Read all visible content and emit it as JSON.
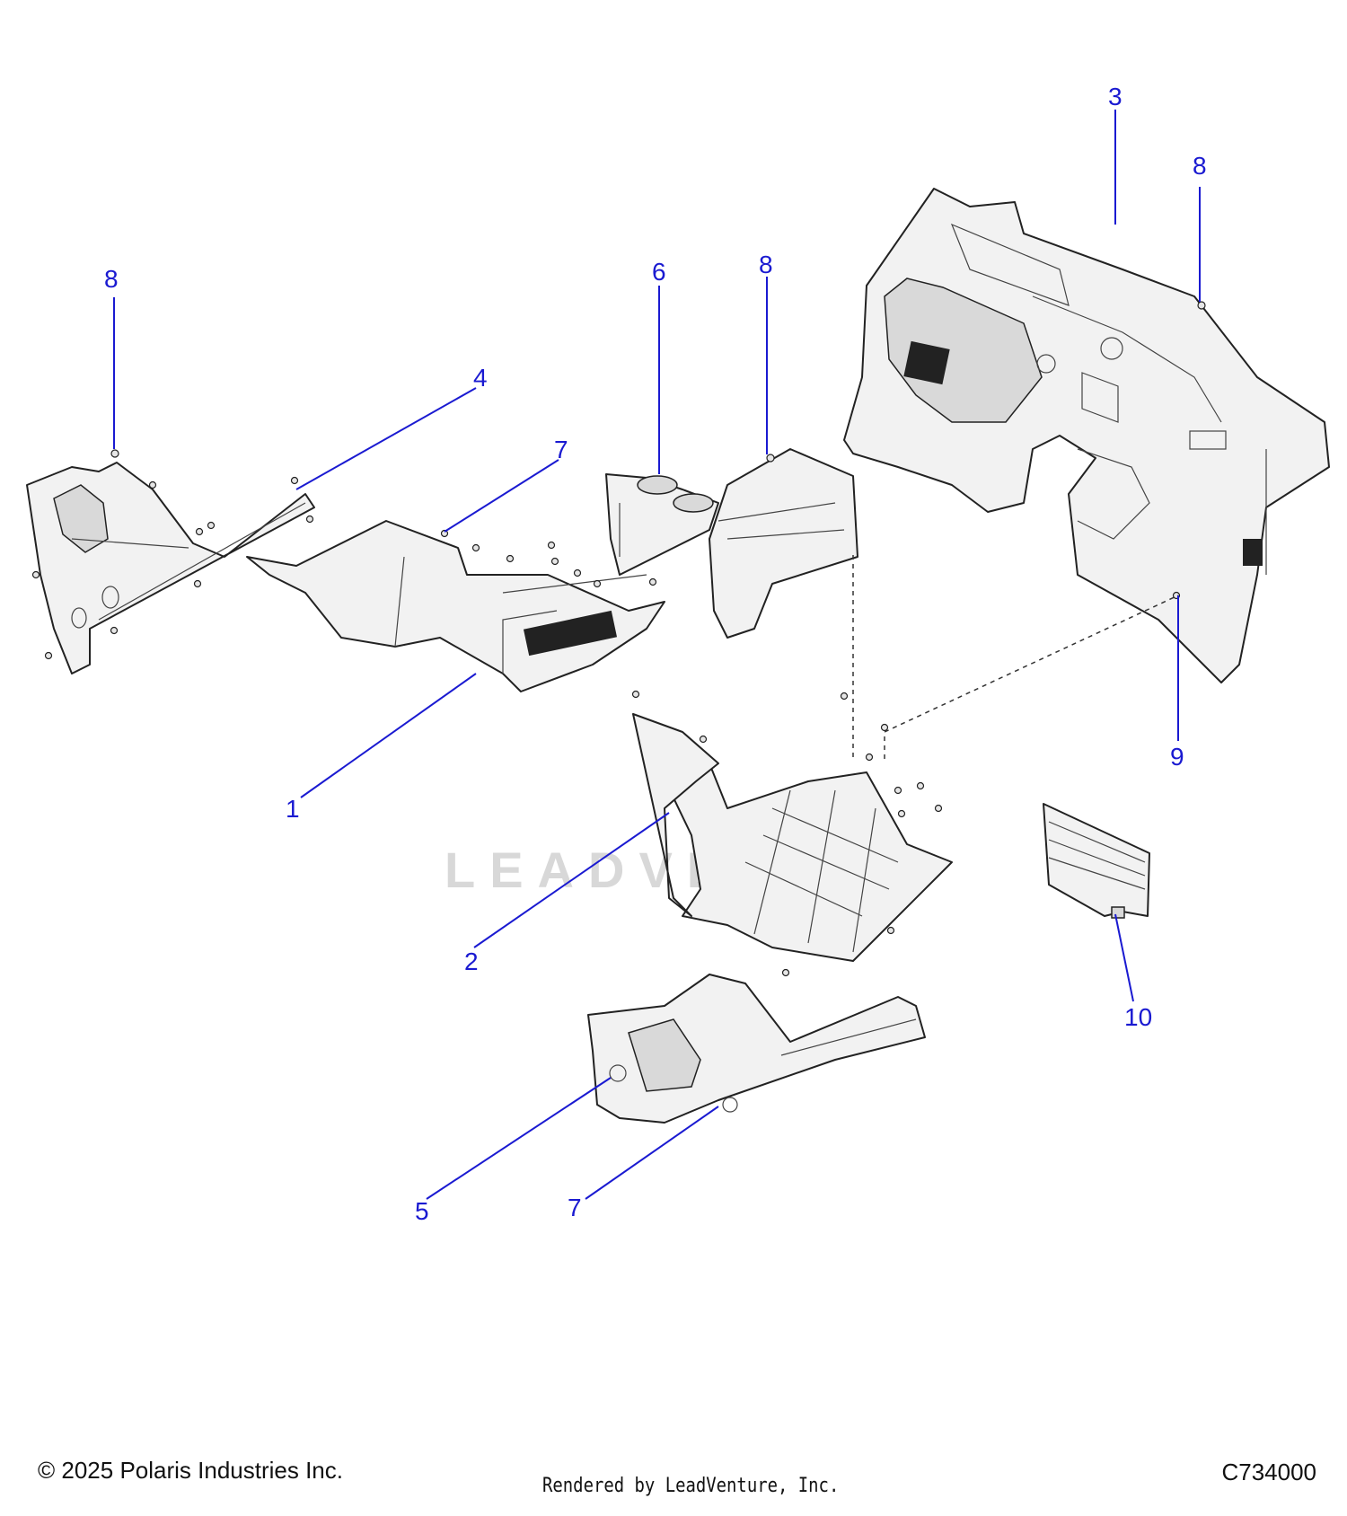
{
  "diagram": {
    "watermark": "LEADVEN",
    "callouts": [
      {
        "id": "c1",
        "label": "1"
      },
      {
        "id": "c2",
        "label": "2"
      },
      {
        "id": "c3",
        "label": "3"
      },
      {
        "id": "c4",
        "label": "4"
      },
      {
        "id": "c5",
        "label": "5"
      },
      {
        "id": "c6",
        "label": "6"
      },
      {
        "id": "c7a",
        "label": "7"
      },
      {
        "id": "c7b",
        "label": "7"
      },
      {
        "id": "c8a",
        "label": "8"
      },
      {
        "id": "c8b",
        "label": "8"
      },
      {
        "id": "c8c",
        "label": "8"
      },
      {
        "id": "c9",
        "label": "9"
      },
      {
        "id": "c10",
        "label": "10"
      }
    ]
  },
  "footer": {
    "copyright": "© 2025 Polaris Industries Inc.",
    "rendered_by": "Rendered by LeadVenture, Inc.",
    "diagram_code": "C734000"
  },
  "colors": {
    "callout": "#1a1ad1",
    "part_fill": "#f2f2f2",
    "outline": "#222222"
  }
}
